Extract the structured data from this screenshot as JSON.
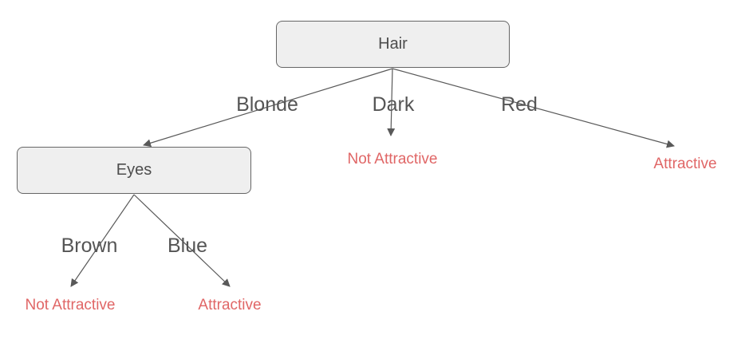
{
  "colors": {
    "node_fill": "#efefef",
    "node_border": "#666666",
    "node_text": "#4d4d4d",
    "branch_text": "#555555",
    "leaf_text": "#e06666",
    "edge": "#595959"
  },
  "nodes": {
    "hair": {
      "label": "Hair"
    },
    "eyes": {
      "label": "Eyes"
    }
  },
  "branches": {
    "blonde": "Blonde",
    "dark": "Dark",
    "red": "Red",
    "brown": "Brown",
    "blue": "Blue"
  },
  "leaves": {
    "dark_outcome": "Not Attractive",
    "red_outcome": "Attractive",
    "brown_outcome": "Not Attractive",
    "blue_outcome": "Attractive"
  }
}
